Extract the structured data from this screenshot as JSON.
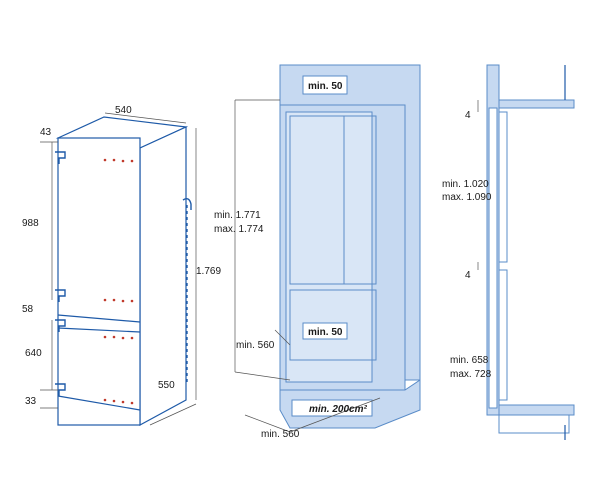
{
  "left_view": {
    "width": "540",
    "top_offset": "43",
    "upper_door": "988",
    "gap": "58",
    "lower_door": "640",
    "bottom": "33",
    "height": "1.769",
    "depth": "550"
  },
  "middle_view": {
    "top_vent": "min. 50",
    "niche_height_min": "min. 1.771",
    "niche_height_max": "max. 1.774",
    "inner_min_50": "min. 50",
    "depth_min": "min. 560",
    "vent_area": "min. 200cm²",
    "width_min": "min. 560"
  },
  "right_view": {
    "top_gap": "4",
    "upper_min": "min. 1.020",
    "upper_max": "max. 1.090",
    "mid_gap": "4",
    "lower_min": "min. 658",
    "lower_max": "max. 728"
  },
  "colors": {
    "fridge_outline": "#1e5aa8",
    "cabinet_fill": "#c6d9f1",
    "hinge_dots": "#c0392b"
  }
}
